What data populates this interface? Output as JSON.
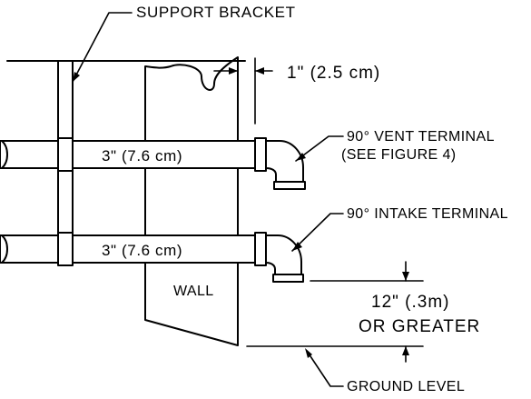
{
  "labels": {
    "support_bracket": "SUPPORT BRACKET",
    "clearance": "1\"  (2.5  cm)",
    "vent_terminal_line1": "90° VENT TERMINAL",
    "vent_terminal_line2": "(SEE FIGURE 4)",
    "intake_terminal": "90° INTAKE TERMINAL",
    "pipe_size_upper": "3\"  (7.6  cm)",
    "pipe_size_lower": "3\"  (7.6  cm)",
    "wall": "WALL",
    "height_line1": "12\"  (.3m)",
    "height_line2": "OR  GREATER",
    "ground_level": "GROUND LEVEL"
  }
}
